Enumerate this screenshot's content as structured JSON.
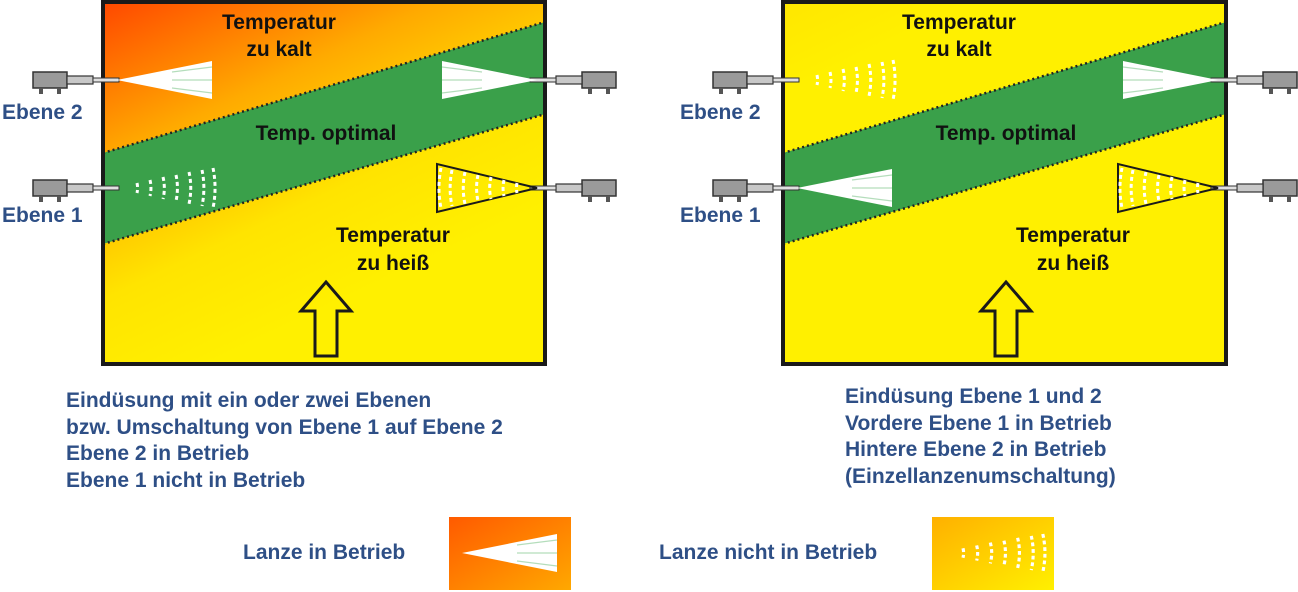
{
  "colors": {
    "text_blue": "#2e4f86",
    "hot": "#ffeb00",
    "cold": "#ff2a00",
    "optimal": "#3aa04a",
    "lance_gray": "#8a8a8a"
  },
  "left_panel": {
    "zone_cold": [
      "Temperatur",
      "zu kalt"
    ],
    "zone_optimal": "Temp. optimal",
    "zone_hot": [
      "Temperatur",
      "zu heiß"
    ],
    "level_2": "Ebene 2",
    "level_1": "Ebene 1",
    "caption": [
      "Eindüsung mit ein oder zwei Ebenen",
      "bzw. Umschaltung von Ebene 1 auf Ebene 2",
      "Ebene 2 in Betrieb",
      "Ebene 1 nicht in Betrieb"
    ],
    "lances": [
      {
        "position": "left-level-2",
        "state": "active"
      },
      {
        "position": "right-level-2",
        "state": "active"
      },
      {
        "position": "left-level-1",
        "state": "inactive"
      },
      {
        "position": "right-level-1",
        "state": "inactive"
      }
    ]
  },
  "right_panel": {
    "zone_cold": [
      "Temperatur",
      "zu kalt"
    ],
    "zone_optimal": "Temp. optimal",
    "zone_hot": [
      "Temperatur",
      "zu heiß"
    ],
    "level_2": "Ebene 2",
    "level_1": "Ebene 1",
    "caption": [
      "Eindüsung Ebene 1 und 2",
      "Vordere Ebene 1 in Betrieb",
      "Hintere Ebene 2 in Betrieb",
      "(Einzellanzenumschaltung)"
    ],
    "lances": [
      {
        "position": "left-level-2",
        "state": "inactive"
      },
      {
        "position": "right-level-2",
        "state": "active"
      },
      {
        "position": "left-level-1",
        "state": "active"
      },
      {
        "position": "right-level-1",
        "state": "inactive"
      }
    ]
  },
  "legend": {
    "active_label": "Lanze in Betrieb",
    "inactive_label": "Lanze nicht in Betrieb"
  }
}
